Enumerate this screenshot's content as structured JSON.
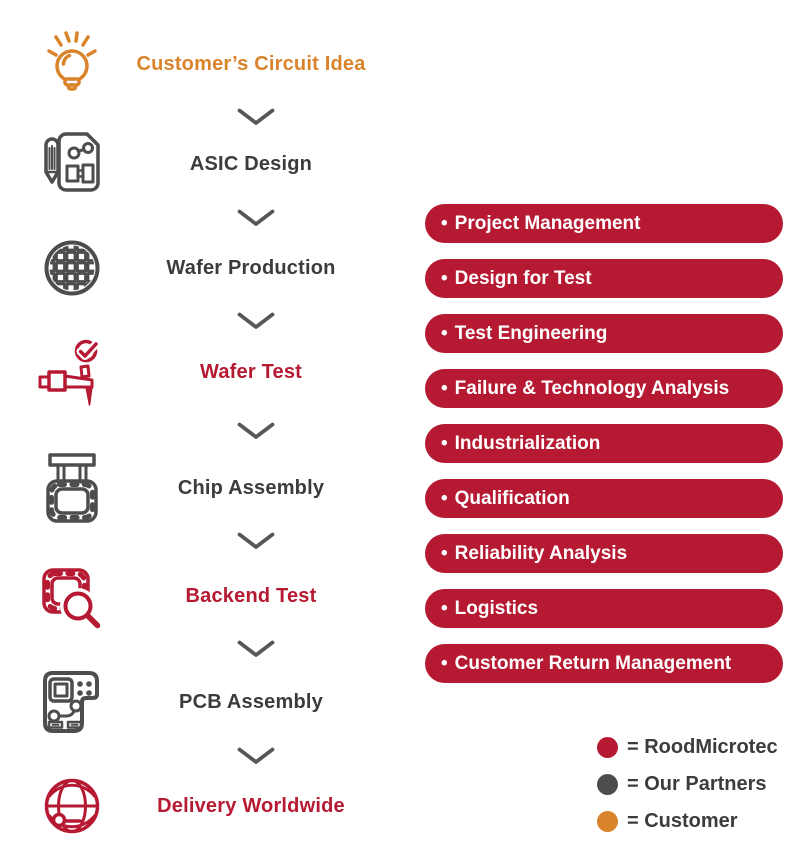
{
  "flow": {
    "steps": [
      {
        "label": "Customer’s Circuit Idea",
        "color": "#D9832B",
        "icon": "lightbulb-icon"
      },
      {
        "label": "ASIC Design",
        "color": "#3C3C3B",
        "icon": "design-document-icon"
      },
      {
        "label": "Wafer Production",
        "color": "#3C3C3B",
        "icon": "wafer-icon"
      },
      {
        "label": "Wafer Test",
        "color": "#B61A33",
        "icon": "wafer-test-probe-icon"
      },
      {
        "label": "Chip Assembly",
        "color": "#3C3C3B",
        "icon": "chip-assembly-icon"
      },
      {
        "label": "Backend Test",
        "color": "#B61A33",
        "icon": "backend-test-icon"
      },
      {
        "label": "PCB Assembly",
        "color": "#3C3C3B",
        "icon": "pcb-icon"
      },
      {
        "label": "Delivery Worldwide",
        "color": "#B61A33",
        "icon": "globe-icon"
      }
    ],
    "connector": "chevron-down"
  },
  "services": {
    "bullet": "•",
    "pill_color": "#B61A33",
    "text_color": "#FFFFFF",
    "items": [
      "Project Management",
      "Design for Test",
      "Test Engineering",
      "Failure & Technology Analysis",
      "Industrialization",
      "Qualification",
      "Reliability Analysis",
      "Logistics",
      "Customer Return Management"
    ]
  },
  "legend": {
    "entries": [
      {
        "label": "= RoodMicrotec",
        "color": "#B61A33"
      },
      {
        "label": "= Our Partners",
        "color": "#4D4D4C"
      },
      {
        "label": "= Customer",
        "color": "#D9832B"
      }
    ]
  },
  "colors": {
    "brand_red": "#B61A33",
    "partner_gray": "#4D4D4C",
    "customer_orange": "#D9832B",
    "text_dark": "#3C3C3B",
    "chevron_gray": "#575756",
    "background": "#FFFFFF"
  }
}
